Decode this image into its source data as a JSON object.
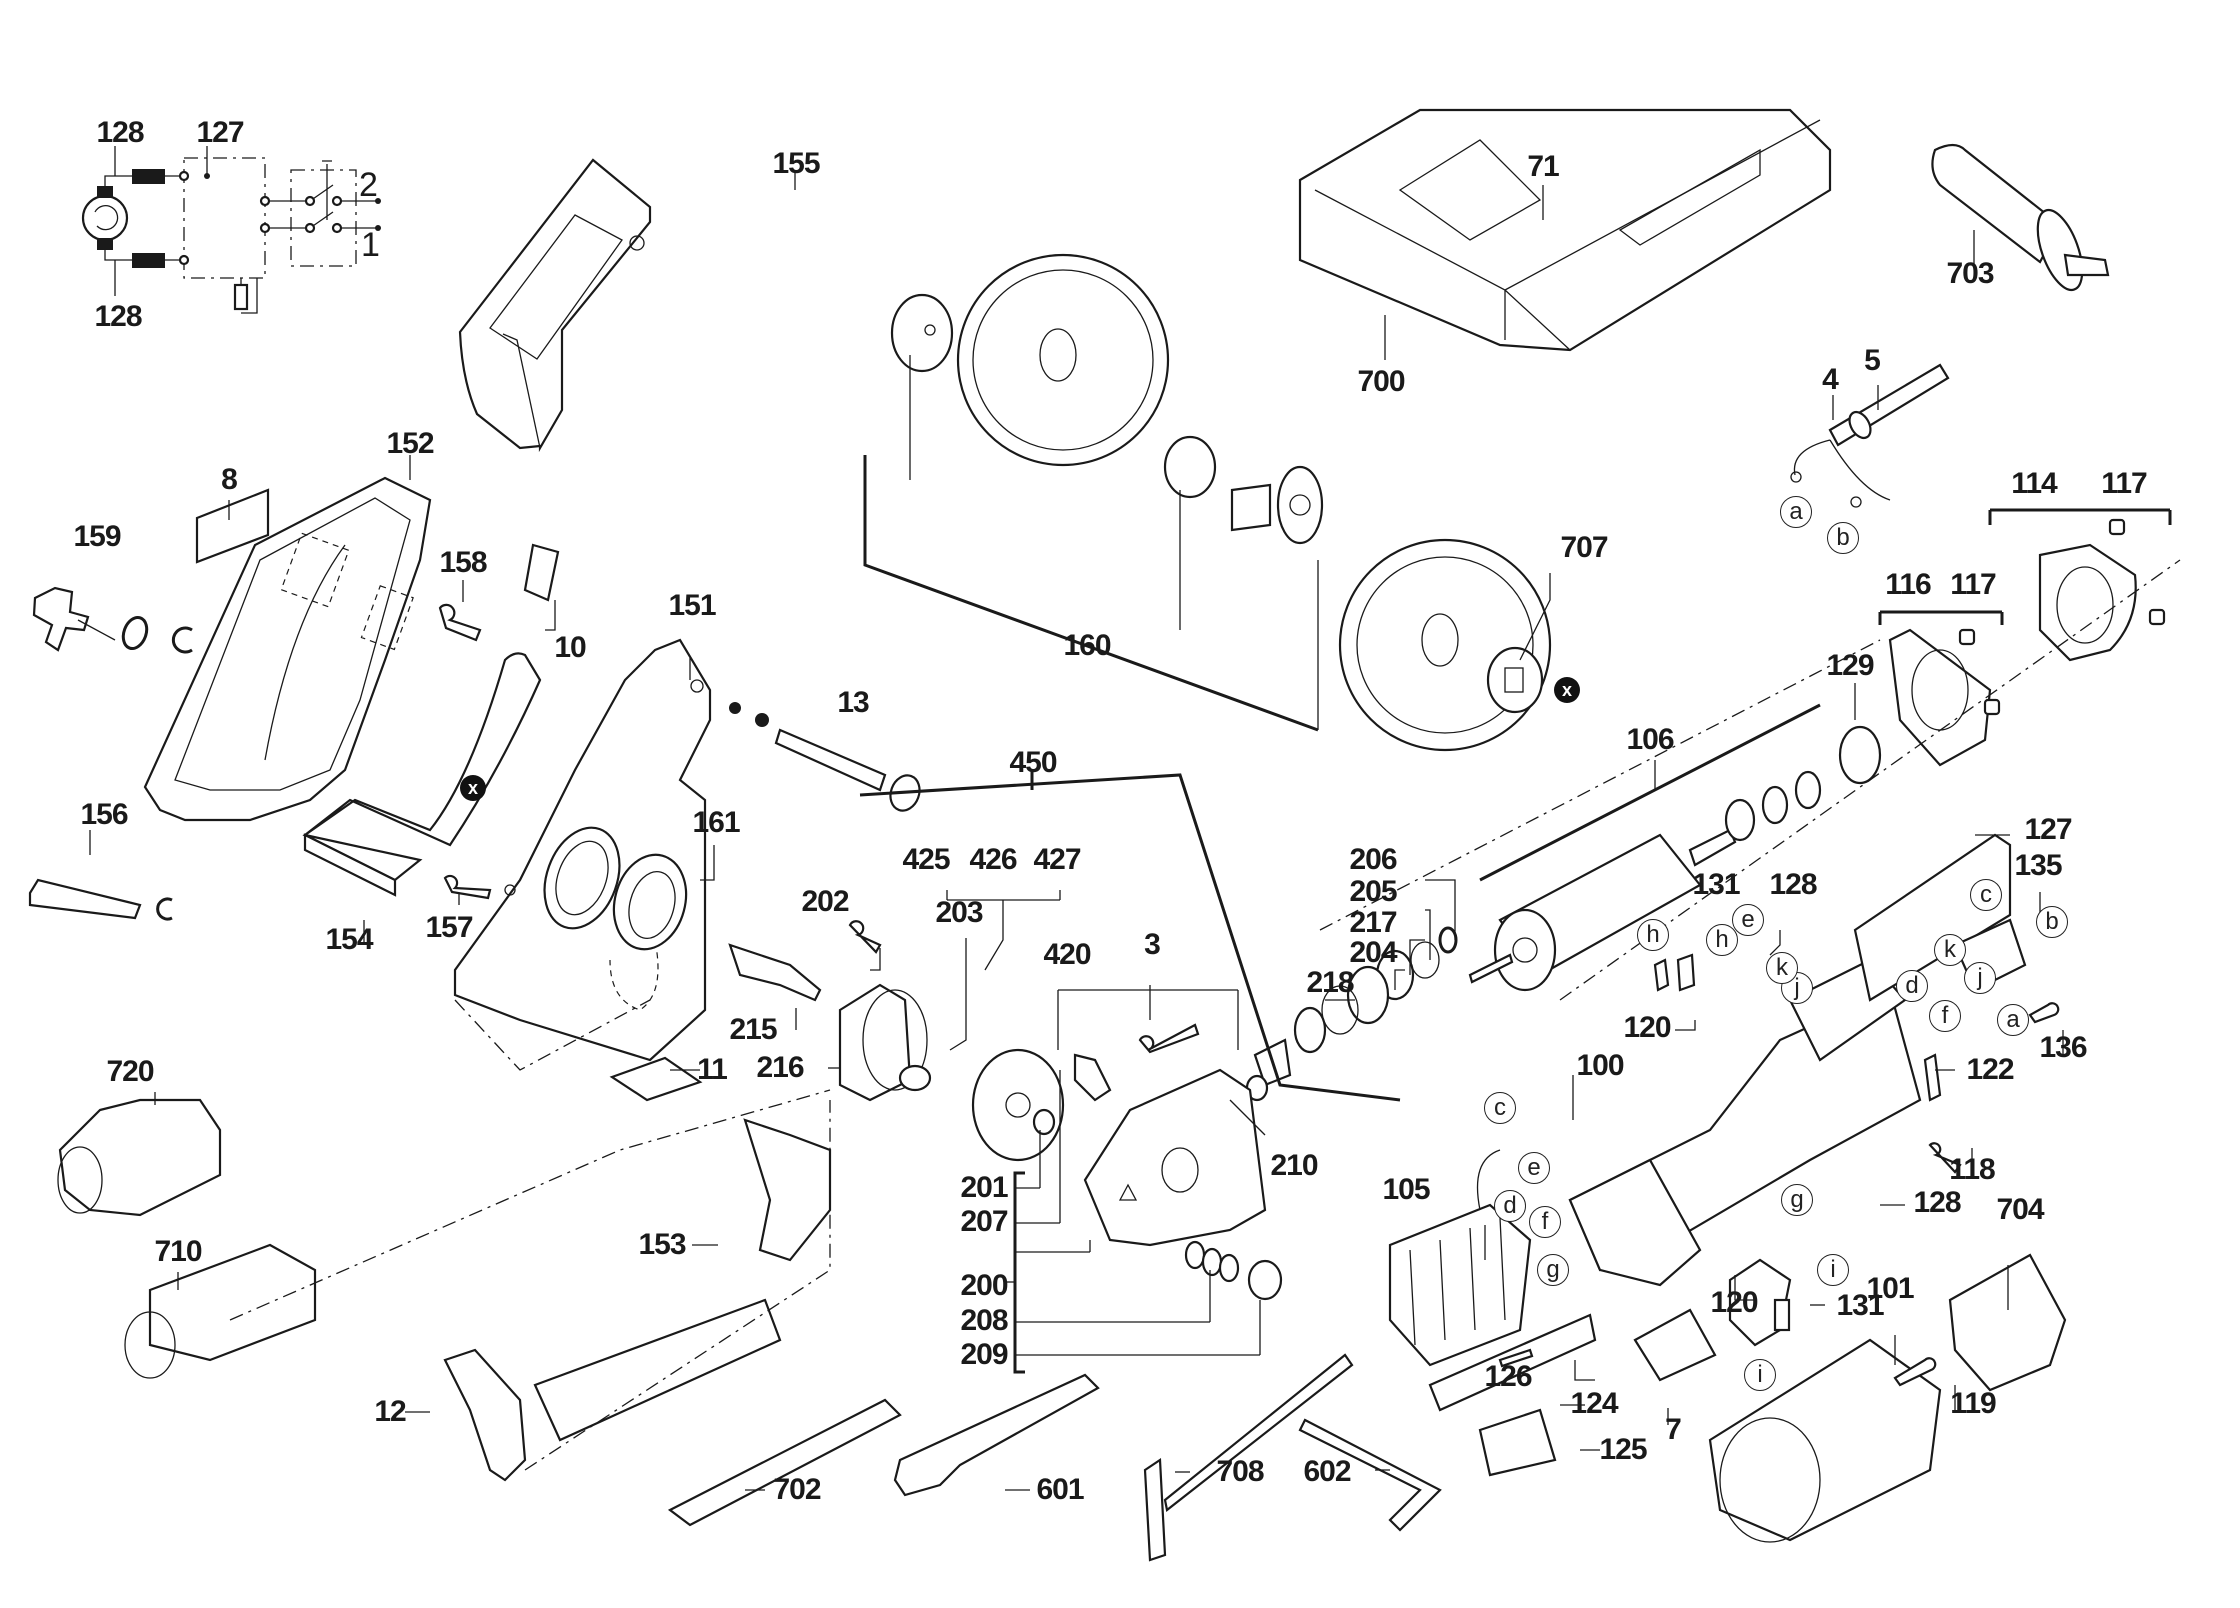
{
  "diagram": {
    "type": "exploded-parts-view",
    "subject": "wall chaser / masonry cutter",
    "schematic": {
      "labels": {
        "motor_top": "128",
        "electronics": "127",
        "motor_bottom": "128",
        "switch_pos_2": "2",
        "switch_pos_1": "1"
      }
    },
    "parts": {
      "p1": "159",
      "p2": "8",
      "p3": "152",
      "p4": "158",
      "p5": "10",
      "p6": "156",
      "p7": "154",
      "p8": "157",
      "p9": "151",
      "p10": "13",
      "p11": "161",
      "p12": "155",
      "p13": "160",
      "p14": "71",
      "p15": "700",
      "p16": "703",
      "p17": "4",
      "p18": "5",
      "p19": "707",
      "p20": "114",
      "p21": "117",
      "p22": "116",
      "p23": "117",
      "p24": "129",
      "p25": "106",
      "p26": "206",
      "p27": "205",
      "p28": "217",
      "p29": "204",
      "p30": "218",
      "p31": "131",
      "p32": "128",
      "p33": "127",
      "p34": "135",
      "p35": "136",
      "p36": "120",
      "p37": "100",
      "p38": "122",
      "p39": "118",
      "p40": "450",
      "p41": "425",
      "p42": "426",
      "p43": "427",
      "p44": "202",
      "p45": "203",
      "p46": "420",
      "p47": "3",
      "p48": "215",
      "p49": "216",
      "p50": "11",
      "p51": "210",
      "p52": "201",
      "p53": "207",
      "p54": "200",
      "p55": "208",
      "p56": "209",
      "p57": "720",
      "p58": "710",
      "p59": "153",
      "p60": "12",
      "p61": "702",
      "p62": "601",
      "p63": "708",
      "p64": "602",
      "p65": "105",
      "p66": "128",
      "p67": "704",
      "p68": "120",
      "p69": "131",
      "p70": "101",
      "p71": "126",
      "p72": "124",
      "p73": "125",
      "p74": "7",
      "p75": "119"
    },
    "connectors": {
      "a1": "a",
      "b1": "b",
      "a2": "a",
      "b2": "b",
      "c1": "c",
      "c2": "c",
      "d1": "d",
      "d2": "d",
      "e1": "e",
      "e2": "e",
      "f1": "f",
      "f2": "f",
      "g1": "g",
      "g2": "g",
      "h1": "h",
      "h2": "h",
      "i1": "i",
      "i2": "i",
      "j1": "j",
      "j2": "j",
      "k1": "k",
      "k2": "k"
    },
    "markers": {
      "x_symbol": "x"
    }
  }
}
